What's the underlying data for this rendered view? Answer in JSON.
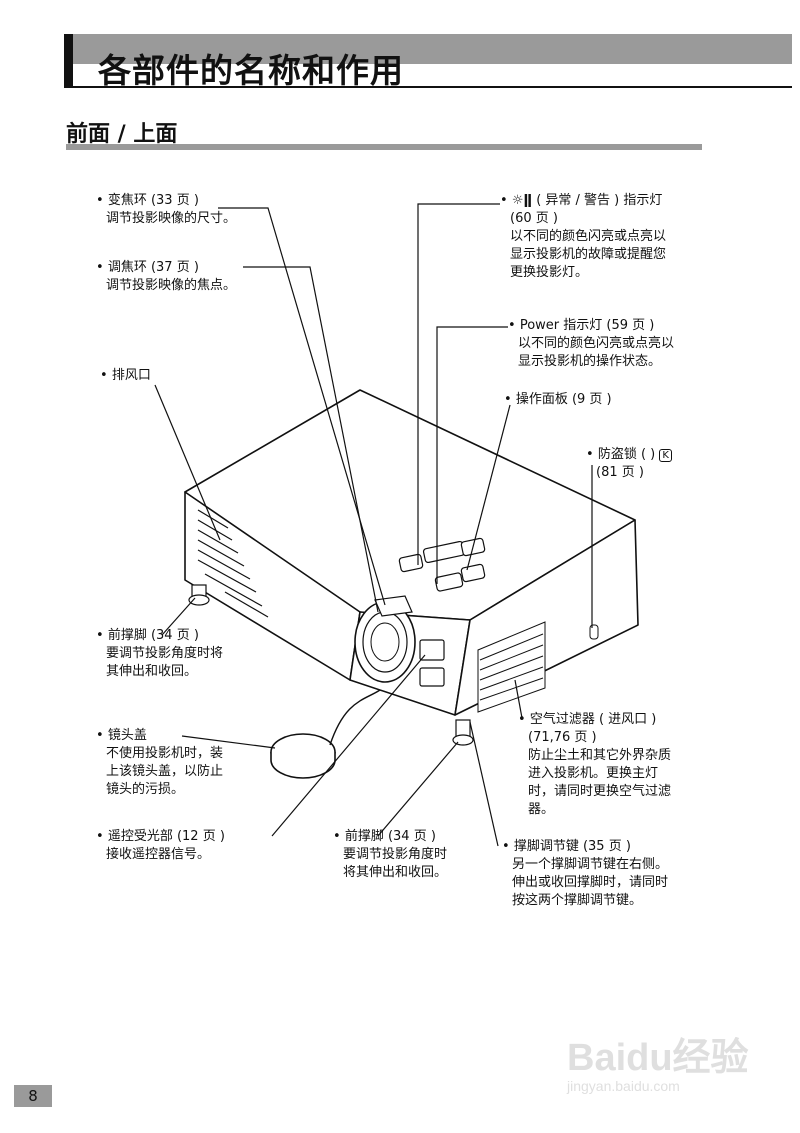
{
  "page": {
    "title": "各部件的名称和作用",
    "section": "前面 / 上面",
    "page_number": "8"
  },
  "callouts": {
    "zoom_ring": {
      "head": "变焦环 (33 页 )",
      "desc": [
        "调节投影映像的尺寸。"
      ]
    },
    "focus_ring": {
      "head": "调焦环 (37 页 )",
      "desc": [
        "调节投影映像的焦点。"
      ]
    },
    "exhaust_vent": {
      "head": "排风口",
      "desc": []
    },
    "front_foot_left": {
      "head": "前撑脚 (34 页 )",
      "desc": [
        "要调节投影角度时将",
        "其伸出和收回。"
      ]
    },
    "lens_cover": {
      "head": "镜头盖",
      "desc": [
        "不使用投影机时，装",
        "上该镜头盖，以防止",
        "镜头的污损。"
      ]
    },
    "remote_receiver": {
      "head": "遥控受光部 (12 页 )",
      "desc": [
        "接收遥控器信号。"
      ]
    },
    "front_foot_center": {
      "head": "前撑脚 (34 页 )",
      "desc": [
        "要调节投影角度时",
        "将其伸出和收回。"
      ]
    },
    "warning_indicator": {
      "head": "( 异常 / 警告 ) 指示灯",
      "desc": [
        "(60 页 )",
        "以不同的颜色闪亮或点亮以",
        "显示投影机的故障或提醒您",
        "更换投影灯。"
      ]
    },
    "power_indicator": {
      "head": "Power 指示灯 (59 页 )",
      "desc": [
        "以不同的颜色闪亮或点亮以",
        "显示投影机的操作状态。"
      ]
    },
    "control_panel": {
      "head": "操作面板 (9 页 )",
      "desc": []
    },
    "security_lock": {
      "head": "防盗锁 ( )",
      "desc": [
        "(81 页 )"
      ]
    },
    "air_filter": {
      "head": "空气过滤器 ( 进风口 )",
      "desc": [
        "(71,76 页 )",
        "防止尘土和其它外界杂质",
        "进入投影机。更换主灯",
        "时，请同时更换空气过滤",
        "器。"
      ]
    },
    "foot_adjust_lever": {
      "head": "撑脚调节键 (35 页 )",
      "desc": [
        "另一个撑脚调节键在右侧。",
        "伸出或收回撑脚时，请同时",
        "按这两个撑脚调节键。"
      ]
    }
  },
  "icons": {
    "warning": [
      "sun-icon",
      "thermometer-icon"
    ],
    "lock": "padlock-icon"
  },
  "watermark": {
    "brand": "Baidu经验",
    "url": "jingyan.baidu.com"
  }
}
